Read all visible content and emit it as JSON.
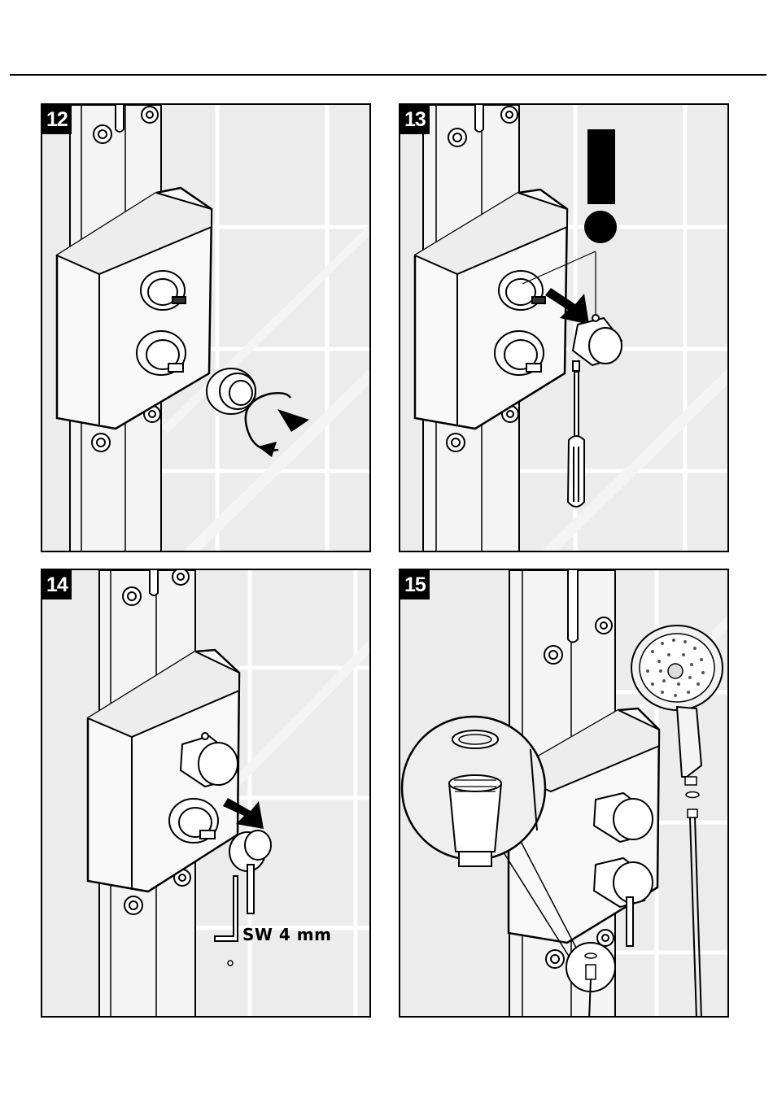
{
  "steps": [
    {
      "number": "12"
    },
    {
      "number": "13"
    },
    {
      "number": "14",
      "tool_label": "SW 4 mm"
    },
    {
      "number": "15"
    }
  ]
}
